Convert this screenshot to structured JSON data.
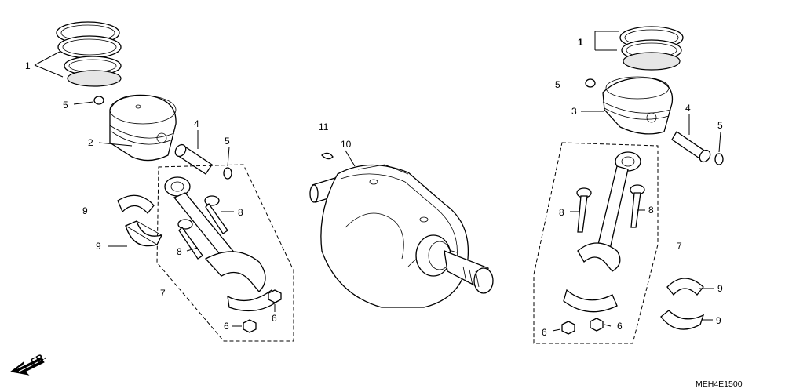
{
  "diagram": {
    "reference_code": "MEH4E1500",
    "direction_label": "FR.",
    "callouts_left": [
      {
        "id": "l1",
        "text": "1"
      },
      {
        "id": "l2",
        "text": "2"
      },
      {
        "id": "l4",
        "text": "4"
      },
      {
        "id": "l5a",
        "text": "5"
      },
      {
        "id": "l5b",
        "text": "5"
      },
      {
        "id": "l6a",
        "text": "6"
      },
      {
        "id": "l6b",
        "text": "6"
      },
      {
        "id": "l7",
        "text": "7"
      },
      {
        "id": "l8a",
        "text": "8"
      },
      {
        "id": "l8b",
        "text": "8"
      },
      {
        "id": "l9a",
        "text": "9"
      },
      {
        "id": "l9b",
        "text": "9"
      }
    ],
    "callouts_center": [
      {
        "id": "c10",
        "text": "10"
      },
      {
        "id": "c11",
        "text": "11"
      }
    ],
    "callouts_right": [
      {
        "id": "r1",
        "text": "1"
      },
      {
        "id": "r3",
        "text": "3"
      },
      {
        "id": "r4",
        "text": "4"
      },
      {
        "id": "r5a",
        "text": "5"
      },
      {
        "id": "r5b",
        "text": "5"
      },
      {
        "id": "r6a",
        "text": "6"
      },
      {
        "id": "r6b",
        "text": "6"
      },
      {
        "id": "r7",
        "text": "7"
      },
      {
        "id": "r8a",
        "text": "8"
      },
      {
        "id": "r8b",
        "text": "8"
      },
      {
        "id": "r9a",
        "text": "9"
      },
      {
        "id": "r9b",
        "text": "9"
      }
    ]
  }
}
